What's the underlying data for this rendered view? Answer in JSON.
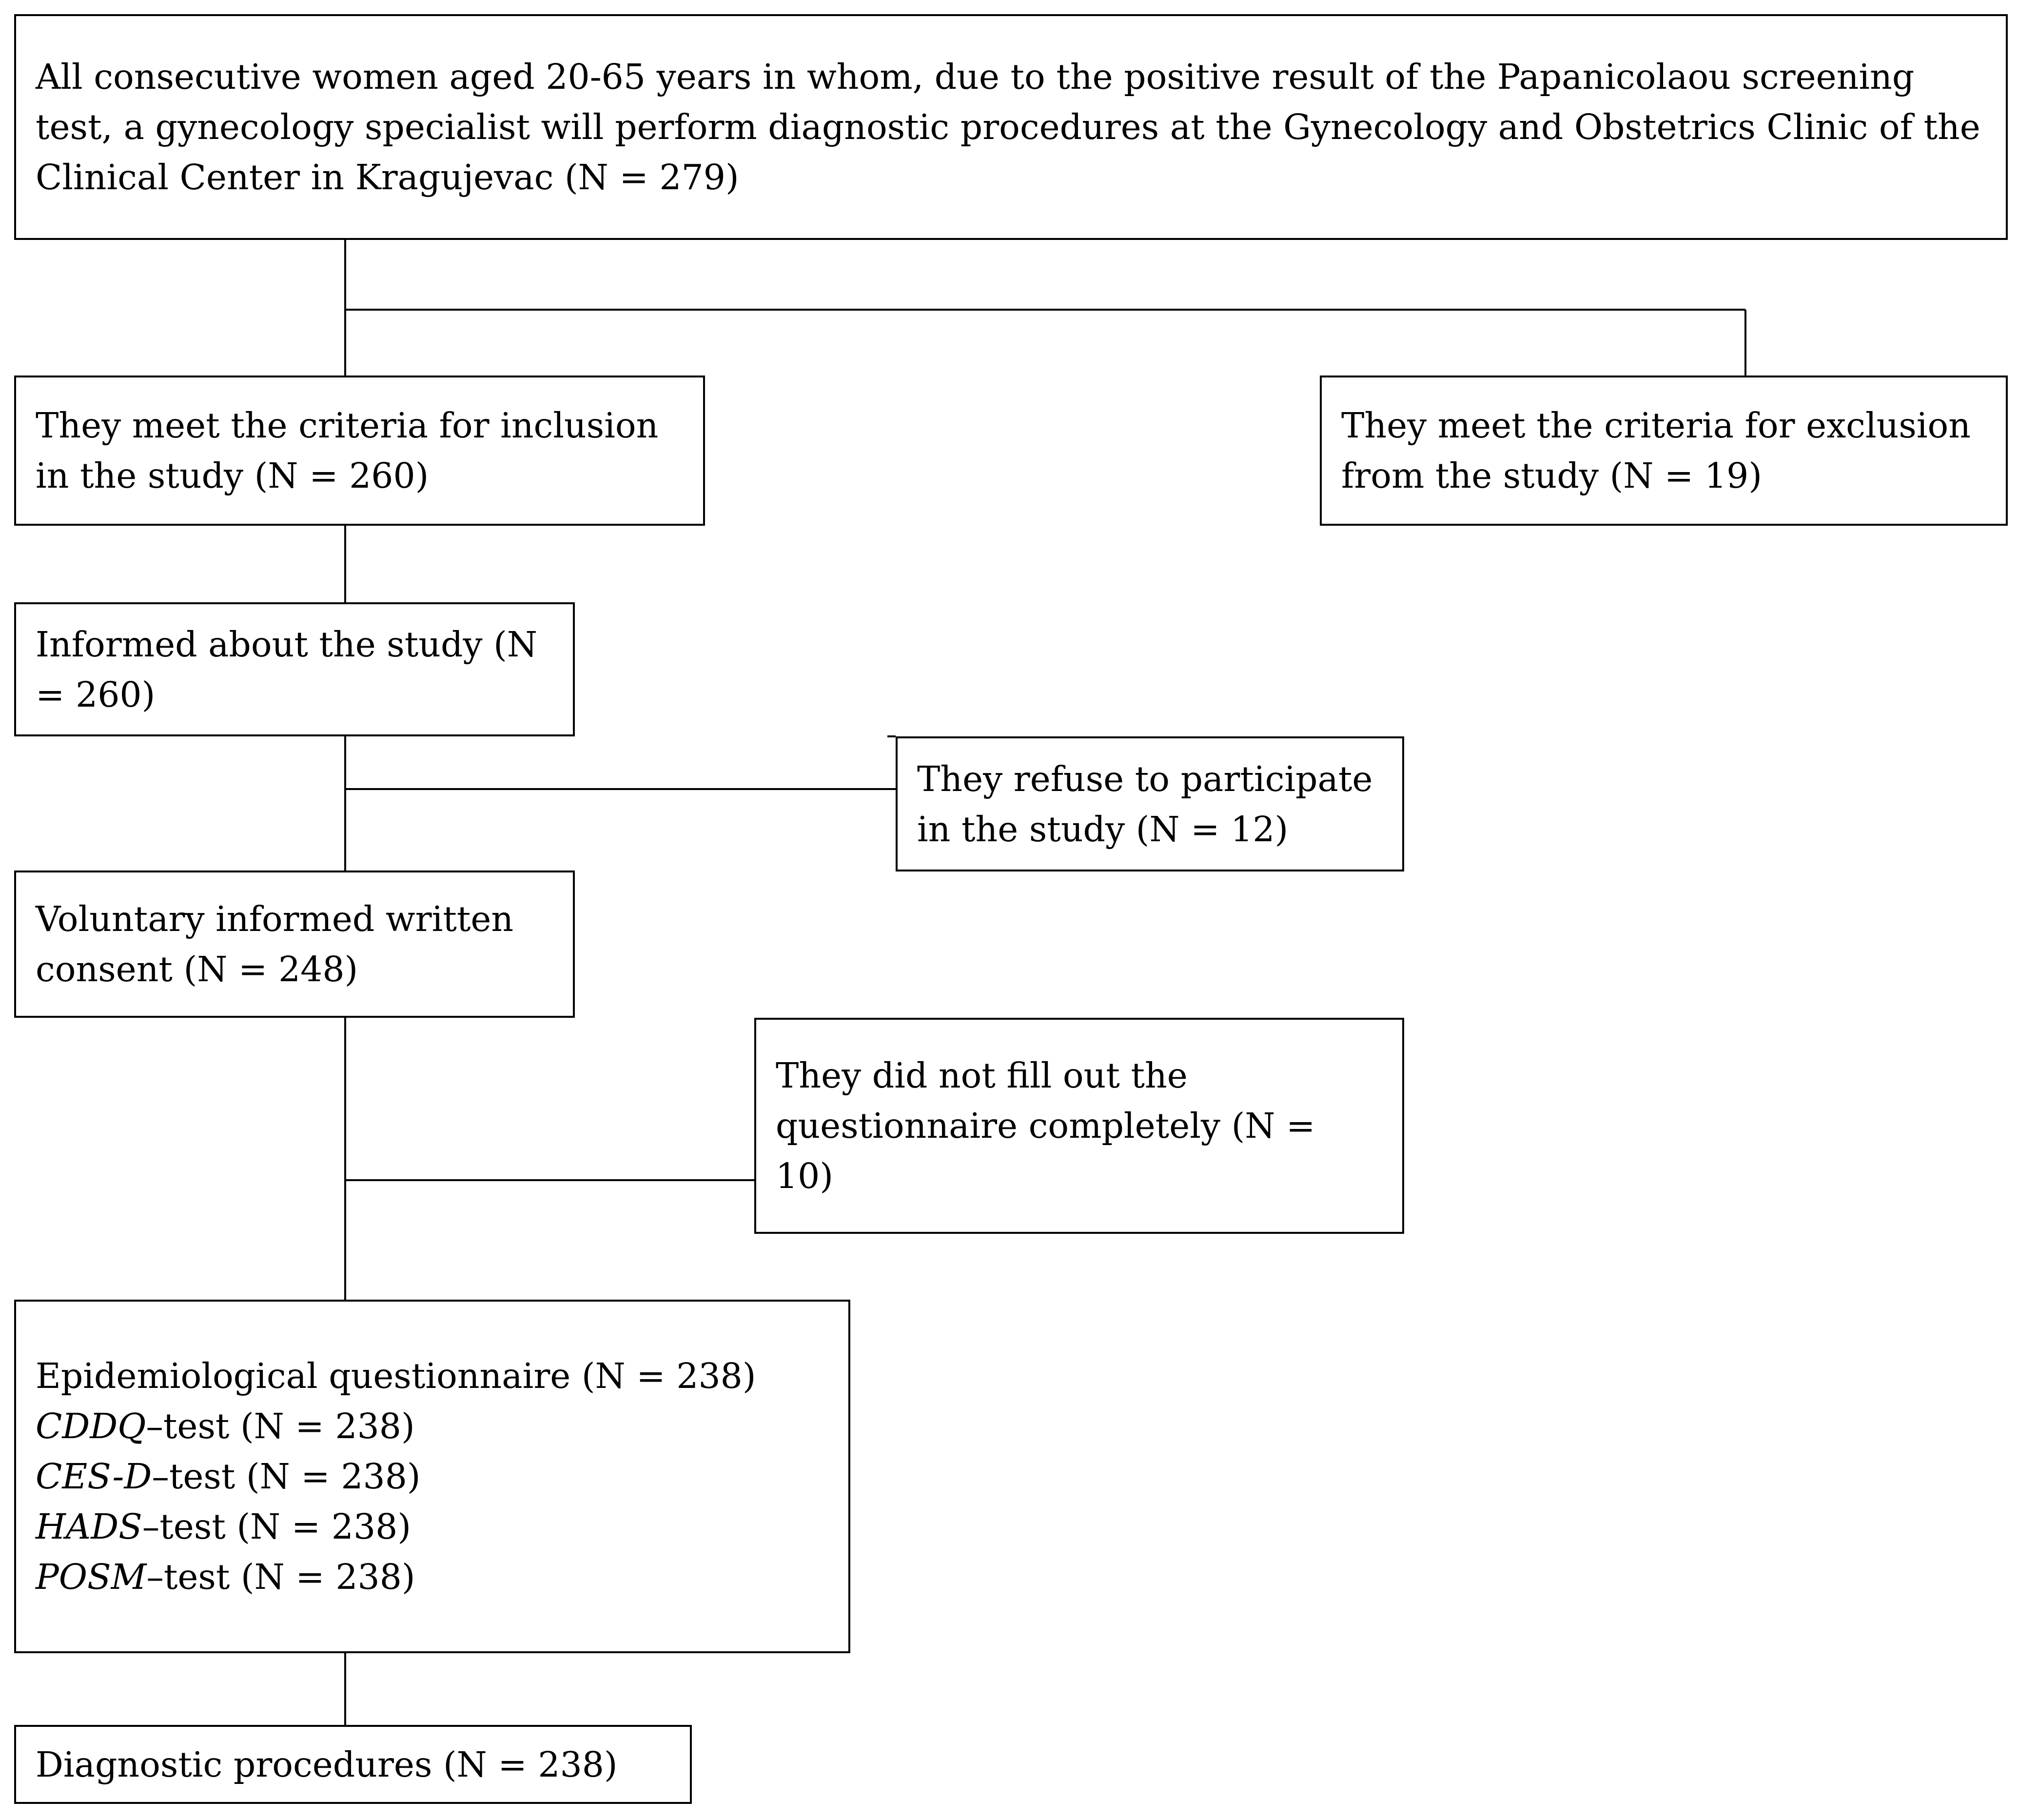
{
  "boxes": {
    "all_women": "All consecutive women aged 20-65 years in whom, due to the positive result of the Papanicolaou screening test, a gynecology specialist will perform diagnostic procedures at the Gynecology and Obstetrics Clinic of the Clinical Center in Kragujevac (N = 279)",
    "inclusion": "They meet the criteria for inclusion in the study (N = 260)",
    "exclusion": "They meet the criteria for exclusion from the study (N = 19)",
    "informed": "Informed about the study (N = 260)",
    "refuse": "They refuse to participate in the study (N = 12)",
    "consent": "Voluntary informed written consent (N = 248)",
    "incomplete": "They did not fill out the questionnaire completely (N = 10)",
    "questionnaires": {
      "epidemiological": "Epidemiological questionnaire (N = 238)",
      "cddq": {
        "name": "CDDQ",
        "suffix": "–test (N = 238)"
      },
      "cesd": {
        "name": "CES-D",
        "suffix": "–test (N = 238)"
      },
      "hads": {
        "name": "HADS",
        "suffix": "–test (N = 238)"
      },
      "posm": {
        "name": "POSM",
        "suffix": "–test (N = 238)"
      }
    },
    "diagnostic": "Diagnostic procedures (N = 238)"
  }
}
